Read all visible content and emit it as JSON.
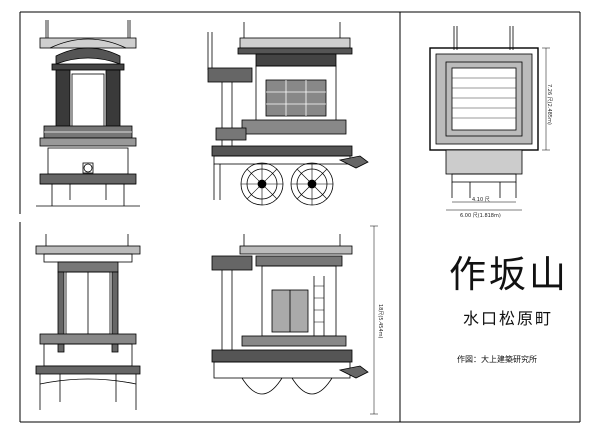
{
  "title": "作坂山",
  "location": "水口松原町",
  "credit": "作図：大上建築研究所",
  "dimensions": {
    "plan_depth": "7.26 尺(2.485m)",
    "plan_width_inner": "4.10 尺",
    "plan_width_outer": "6.00 尺(1.818m)",
    "total_height": "18尺(5.454m)"
  },
  "views": [
    "front-elevation",
    "side-elevation",
    "plan",
    "front-section",
    "side-section"
  ]
}
